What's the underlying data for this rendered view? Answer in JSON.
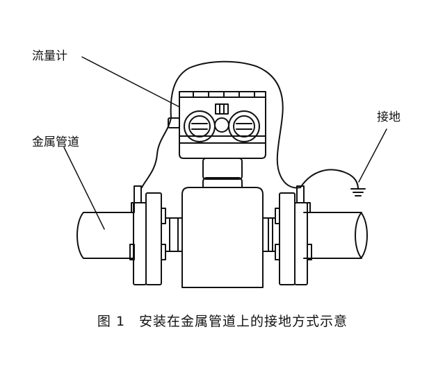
{
  "labels": {
    "flowmeter": "流量计",
    "metal_pipe": "金属管道",
    "ground": "接地"
  },
  "caption": "图 1　安装在金属管道上的接地方式示意",
  "colors": {
    "line": "#111111",
    "background": "#ffffff"
  }
}
